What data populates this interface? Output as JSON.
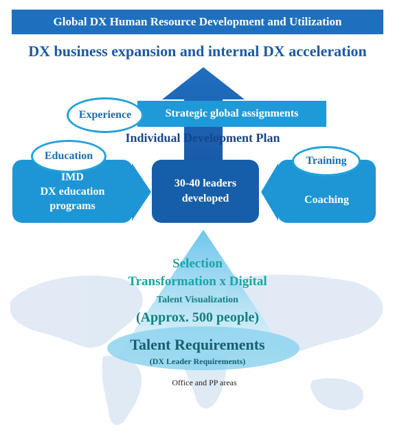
{
  "banner": {
    "title": "Global DX Human Resource Development and Utilization"
  },
  "headline": "DX business expansion and internal DX acceleration",
  "strategic": "Strategic global assignments",
  "labels": {
    "experience": "Experience",
    "education": "Education",
    "training": "Training"
  },
  "idp": "Individual Development Plan",
  "left_box": {
    "line1": "IMD",
    "line2": "DX education",
    "line3": "programs"
  },
  "center_box": {
    "line1": "30-40 leaders",
    "line2": "developed"
  },
  "right_box": {
    "text": "Coaching"
  },
  "selection": {
    "title": "Selection",
    "subtitle": "Transformation x Digital",
    "visualization": "Talent Visualization",
    "count": "(Approx. 500 people)"
  },
  "requirements": {
    "title": "Talent Requirements",
    "subtitle": "(DX Leader Requirements)"
  },
  "footnote": "Office and PP areas",
  "colors": {
    "banner": "#1f6fbf",
    "light_blue": "#1e96d6",
    "dark_blue": "#165ea8",
    "teal": "#17a5a5"
  }
}
